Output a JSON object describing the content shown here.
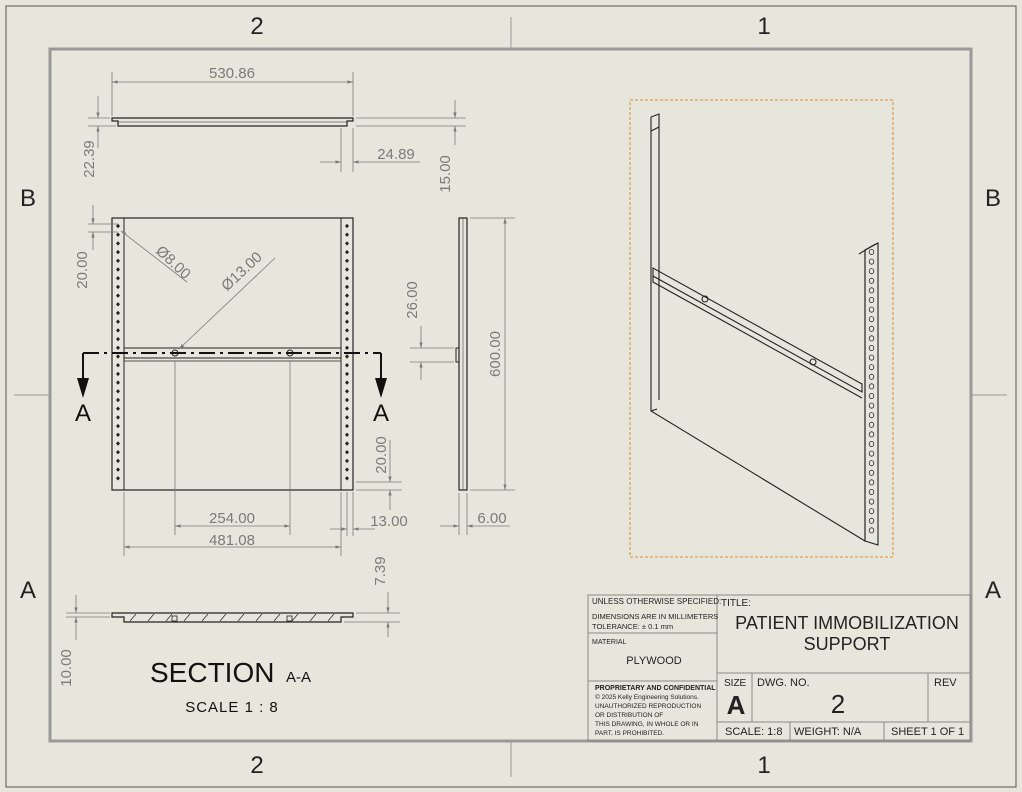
{
  "zones": {
    "top": [
      "2",
      "1"
    ],
    "bottom": [
      "2",
      "1"
    ],
    "left": [
      "B",
      "A"
    ],
    "right": [
      "B",
      "A"
    ]
  },
  "dims": {
    "d530": "530.86",
    "d22": "22.39",
    "d24": "24.89",
    "d15": "15.00",
    "d20a": "20.00",
    "dia8": "Ø8.00",
    "dia13": "Ø13.00",
    "d26": "26.00",
    "d600": "600.00",
    "d20b": "20.00",
    "d254": "254.00",
    "d481": "481.08",
    "d13": "13.00",
    "d6": "6.00",
    "d739": "7.39",
    "d10": "10.00"
  },
  "section": {
    "mark_left": "A",
    "mark_right": "A",
    "title": "SECTION",
    "title_suffix": "A-A",
    "scale": "SCALE 1 : 8"
  },
  "title_block": {
    "unless": "UNLESS OTHERWISE SPECIFIED:",
    "dims_line": "DIMENSIONS ARE IN MILLIMETERS",
    "tol_line": "TOLERANCE: ± 0.1 mm",
    "material_label": "MATERIAL",
    "material": "PLYWOOD",
    "prop_title": "PROPRIETARY AND CONFIDENTIAL",
    "prop_lines": [
      "© 2025 Kelly Engineering Solutions.",
      "UNAUTHORIZED REPRODUCTION",
      "OR DISTRIBUTION OF",
      "THIS DRAWING, IN WHOLE OR IN",
      "PART, IS PROHIBITED."
    ],
    "title_label": "TITLE:",
    "title_line1": "PATIENT IMMOBILIZATION",
    "title_line2": "SUPPORT",
    "size_label": "SIZE",
    "size": "A",
    "dwg_label": "DWG.  NO.",
    "dwg_no": "2",
    "rev_label": "REV",
    "scale": "SCALE: 1:8",
    "weight": "WEIGHT: N/A",
    "sheet": "SHEET 1 OF 1"
  },
  "colors": {
    "paper": "#e7e6dc",
    "line": "#222222",
    "dim": "#7a7a7a",
    "highlight": "#e08a2a"
  }
}
